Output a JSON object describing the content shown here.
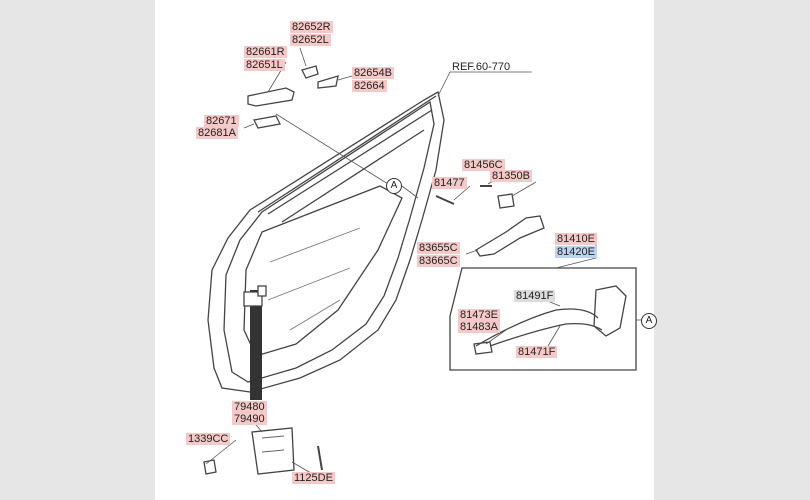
{
  "diagram": {
    "title": "Rear door panel and latch assembly parts",
    "callout_letter": "A",
    "reference": "REF.60-770",
    "parts": {
      "p82652R": "82652R",
      "p82652L": "82652L",
      "p82661R": "82661R",
      "p82651L": "82651L",
      "p82654B": "82654B",
      "p82664": "82664",
      "p82671": "82671",
      "p82681A": "82681A",
      "p81456C": "81456C",
      "p81477": "81477",
      "p81350B": "81350B",
      "p83655C": "83655C",
      "p83665C": "83665C",
      "p81410E": "81410E",
      "p81420E": "81420E",
      "p81491F": "81491F",
      "p81473E": "81473E",
      "p81483A": "81483A",
      "p81471F": "81471F",
      "p79480": "79480",
      "p79490": "79490",
      "p1339CC": "1339CC",
      "p1125DE": "1125DE"
    }
  }
}
